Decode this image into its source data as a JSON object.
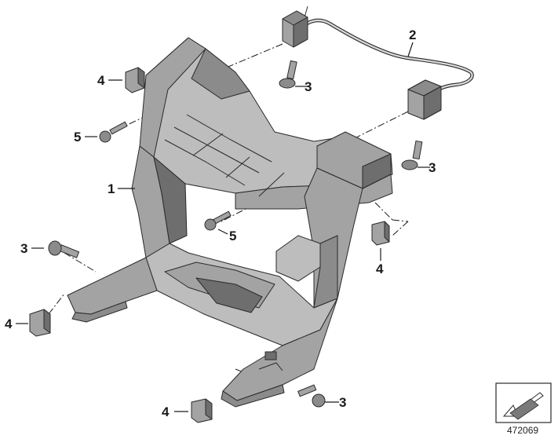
{
  "diagram": {
    "reference_number": "472069",
    "callouts": [
      {
        "id": "c1",
        "label": "1"
      },
      {
        "id": "c2",
        "label": "2"
      },
      {
        "id": "c3a",
        "label": "3"
      },
      {
        "id": "c3b",
        "label": "3"
      },
      {
        "id": "c3c",
        "label": "3"
      },
      {
        "id": "c3d",
        "label": "3"
      },
      {
        "id": "c4a",
        "label": "4"
      },
      {
        "id": "c4b",
        "label": "4"
      },
      {
        "id": "c4c",
        "label": "4"
      },
      {
        "id": "c4d",
        "label": "4"
      },
      {
        "id": "c5a",
        "label": "5"
      },
      {
        "id": "c5b",
        "label": "5"
      }
    ]
  },
  "colors": {
    "part_fill": "#a3a3a3",
    "part_dark": "#8b8b8b",
    "outline": "#2a2a2a",
    "background": "#ffffff"
  },
  "icons": {
    "reference_box": "diagonal-arrow-icon"
  }
}
